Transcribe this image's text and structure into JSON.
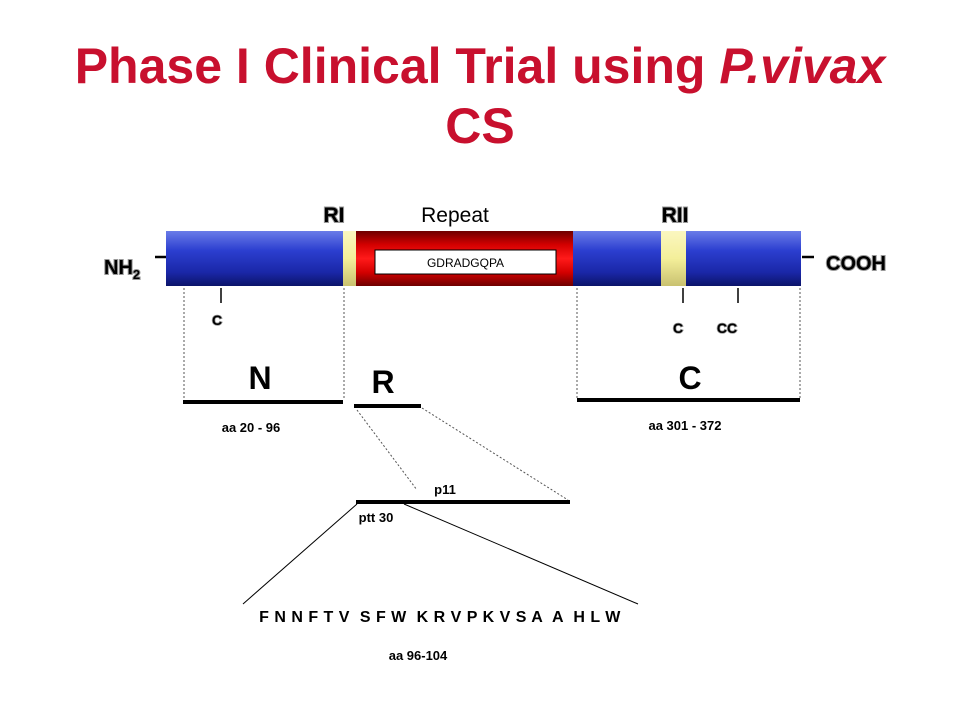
{
  "title": {
    "line1_prefix": "Phase I Clinical Trial using ",
    "line1_italic": "P.vivax",
    "line2": "CS"
  },
  "protein": {
    "n_terminus": "NH",
    "n_terminus_sub": "2",
    "c_terminus": "COOH",
    "region_I": "RI",
    "repeat": "Repeat",
    "region_II": "RII",
    "repeat_sequence": "GDRADGQPA"
  },
  "cysteines": {
    "n_side": "C",
    "c_side_1": "C",
    "c_side_2": "CC"
  },
  "fragments": {
    "n_label": "N",
    "r_label": "R",
    "c_label": "C",
    "n_range": "aa 20 - 96",
    "c_range": "aa 301 - 372"
  },
  "peptides": {
    "p11": "p11",
    "ptt30": "ptt 30",
    "sequence": "F N N F T V  S F W  K R V P K V S A  A  H L W",
    "range": "aa 96-104"
  },
  "colors": {
    "title": "#c8102e",
    "bar_blue": "#1f2fb8",
    "repeat_red": "#c00000",
    "region_yellow": "#f4ef9a"
  }
}
